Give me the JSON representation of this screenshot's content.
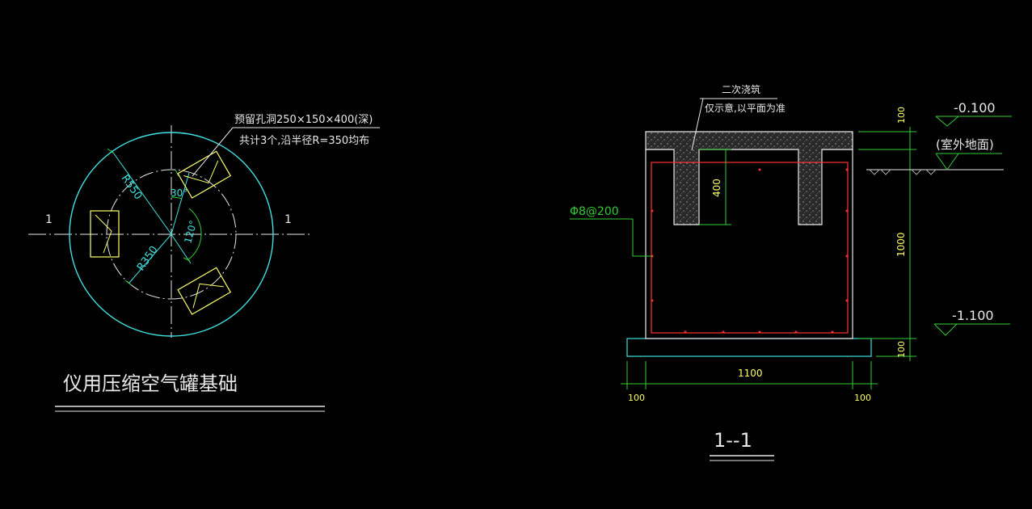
{
  "plan": {
    "section_mark_left": "1",
    "section_mark_right": "1",
    "hole_note_line1": "预留孔洞250×150×400(深)",
    "hole_note_line2": "共计3个,沿半径R=350均布",
    "radius_outer": "R550",
    "radius_holes": "R350",
    "angle_30": "30°",
    "angle_120": "120°",
    "title": "仪用压缩空气罐基础"
  },
  "section": {
    "note_line1": "二次浇筑",
    "note_line2": "仅示意,以平面为准",
    "rebar": "Φ8@200",
    "dim_400": "400",
    "dim_top_100": "100",
    "dim_1000": "1000",
    "dim_bottom_100": "100",
    "dim_width": "1100",
    "dim_left_100": "100",
    "dim_right_100": "100",
    "elev_top": "-0.100",
    "ground_label": "(室外地面)",
    "elev_bottom": "-1.100",
    "title": "1--1"
  },
  "colors": {
    "background": "#000000",
    "circle_lines": "#40e0e0",
    "holes": "#ffff66",
    "annotation": "#33cc33",
    "rebar": "#ff3333",
    "outline": "#e8e8e8"
  }
}
